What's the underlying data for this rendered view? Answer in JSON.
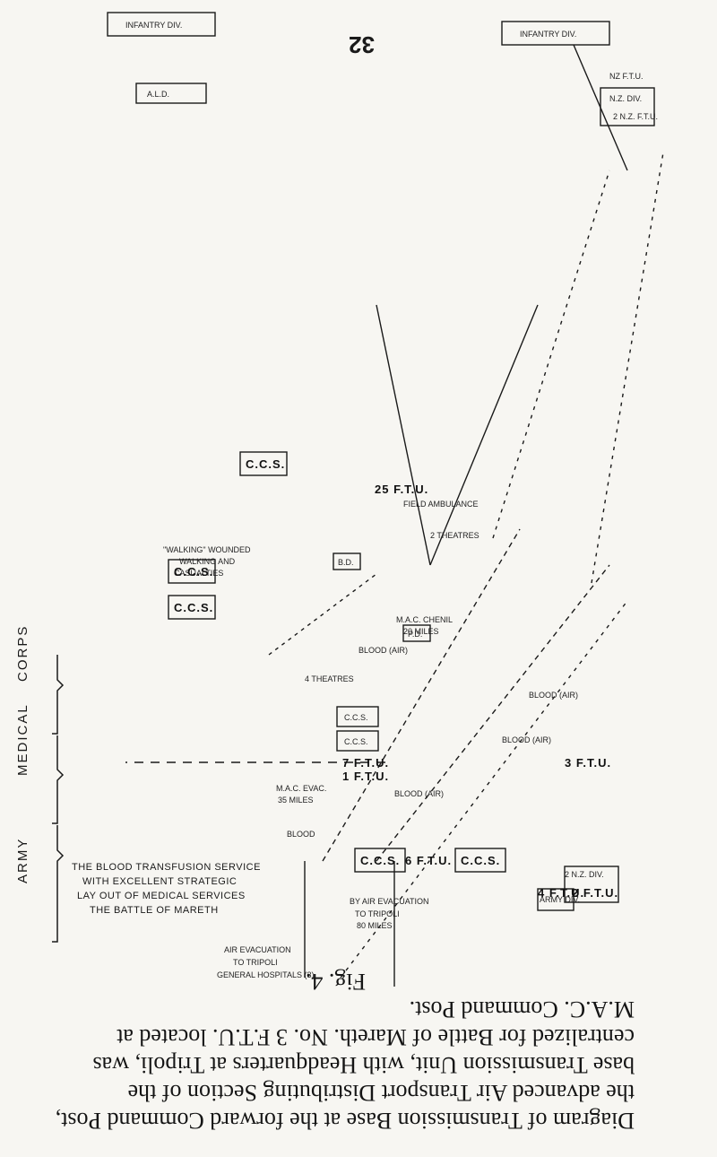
{
  "page_number": "32",
  "caption": {
    "line1": "Diagram of Transmission Base at the forward Command Post,",
    "line2": "the advanced Air Transport Distributing Section of the",
    "line3": "base Transmission Unit, with Headquarters at Tripoli, was",
    "line4": "centralized for Battle of Mareth. No. 3 F.T.U. located at",
    "line5": "M.A.C. Command Post.",
    "line6": "Fig. 4."
  },
  "areas": {
    "army": "ARMY",
    "medical": "MEDICAL",
    "corps": "CORPS"
  },
  "left_notes": {
    "blood_line1": "THE BLOOD TRANSFUSION SERVICE",
    "blood_line2": "WITH EXCELLENT STRATEGIC",
    "blood_line3": "LAY OUT OF MEDICAL SERVICES",
    "blood_line4": "THE BATTLE OF MARETH"
  },
  "center_notes": {
    "miles80": "80 MILES",
    "to_tripoli": "TO TRIPOLI",
    "air_evac": "BY AIR EVACUATION",
    "miles35": "35 MILES",
    "m_ac_evac": "M.A.C. EVAC.",
    "miles20": "20 MILES",
    "m_ac_chenil": "M.A.C. CHENIL",
    "casualties": "CASUALTIES",
    "walking": "WALKING AND",
    "wounded": "\"WALKING\" WOUNDED",
    "two_theatres": "2 THEATRES",
    "four_theatres": "4 THEATRES",
    "field_amb": "FIELD AMBULANCE",
    "gen_hosp": "GENERAL HOSPITALS (3)",
    "to_tripoli2": "TO TRIPOLI",
    "air_evac2": "AIR EVACUATION"
  },
  "boxes": {
    "ccs1": "C.C.S.",
    "ccs2": "C.C.S.",
    "ccs3": "C.C.S.",
    "ccs4": "C.C.S.",
    "ccs5": "C.C.S.",
    "ccs6": "C.C.S.",
    "ccs7": "C.C.S.",
    "ftu6": "6 F.T.U.",
    "ftu1": "1 F.T.U.",
    "ftu7": "7 F.T.U.",
    "ftu3": "3 F.T.U.",
    "ftu4": "4 F.T.U.",
    "ftu2": "2 F.T.U.",
    "ftu25": "25 F.T.U.",
    "ftu2nz": "2 N.Z. F.T.U.",
    "army_div": "ARMY DIV.",
    "nz_div": "2 N.Z. DIV.",
    "infantry_div1": "INFANTRY DIV.",
    "infantry_div2": "INFANTRY DIV.",
    "nz_div2": "N.Z. DIV.",
    "pd": "P.D.",
    "ald": "A.L.D.",
    "bd": "B.D.",
    "nzftu": "NZ F.T.U."
  },
  "blood": {
    "b1": "BLOOD (AIR)",
    "b2": "BLOOD (AIR)",
    "b3": "BLOOD (AIR)",
    "b4": "BLOOD (AIR)",
    "b5": "BLOOD"
  },
  "colors": {
    "paper": "#f7f6f2",
    "ink": "#1a1a1a"
  }
}
